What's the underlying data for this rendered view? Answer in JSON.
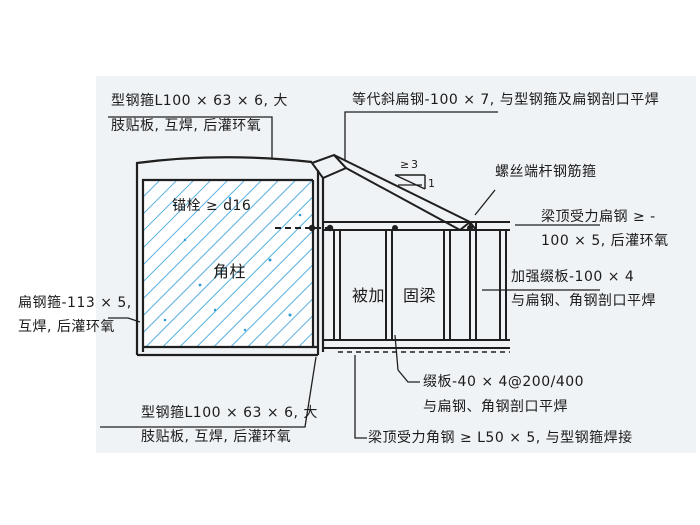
{
  "labels": {
    "top_left_a": "型钢箍L100 × 63 × 6, 大",
    "top_left_b": "肢贴板, 互焊, 后灌环氧",
    "top_right": "等代斜扁钢-100 × 7, 与型钢箍及扁钢剖口平焊",
    "slope_num": "3",
    "slope_den": "1",
    "screw_rod": "螺丝端杆钢筋箍",
    "anchor": "锚栓 ≥ d16",
    "corner_column": "角柱",
    "beam_top_flat_a": "梁顶受力扁钢 ≥ -",
    "beam_top_flat_b": "100 × 5, 后灌环氧",
    "stiff_plate_a": "加强缀板-100 × 4",
    "stiff_plate_b": "与扁钢、角钢剖口平焊",
    "flat_hoop_a": "扁钢箍-113 × 5,",
    "flat_hoop_b": "互焊, 后灌环氧",
    "reinforced": "被加",
    "fixed_beam": "固梁",
    "batten_a": "缀板-40 × 4@200/400",
    "batten_b": "与扁钢、角钢剖口平焊",
    "bottom_left_a": "型钢箍L100 × 63 × 6, 大",
    "bottom_left_b": "肢贴板, 互焊, 后灌环氧",
    "bottom_right": "梁顶受力角钢 ≥ L50 × 5, 与型钢箍焊接"
  },
  "colors": {
    "line": "#1f1f1f",
    "hatch": "#2d9bd6",
    "paper": "#f0f3f6"
  }
}
